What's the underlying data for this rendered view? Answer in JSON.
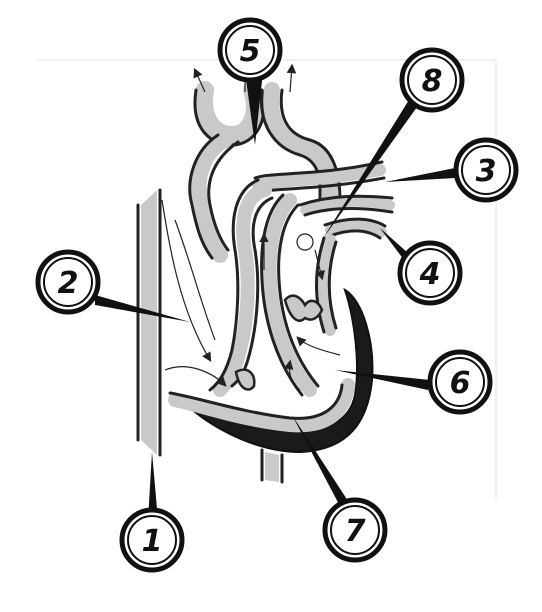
{
  "diagram": {
    "callouts": [
      {
        "id": "1",
        "label": "1"
      },
      {
        "id": "2",
        "label": "2"
      },
      {
        "id": "3",
        "label": "3"
      },
      {
        "id": "4",
        "label": "4"
      },
      {
        "id": "5",
        "label": "5"
      },
      {
        "id": "6",
        "label": "6"
      },
      {
        "id": "7",
        "label": "7"
      },
      {
        "id": "8",
        "label": "8"
      }
    ],
    "colors": {
      "vessel_fill": "#c9c9c9",
      "outline": "#222222",
      "ventricle_wall": "#1a1a1a",
      "background": "#ffffff"
    }
  }
}
